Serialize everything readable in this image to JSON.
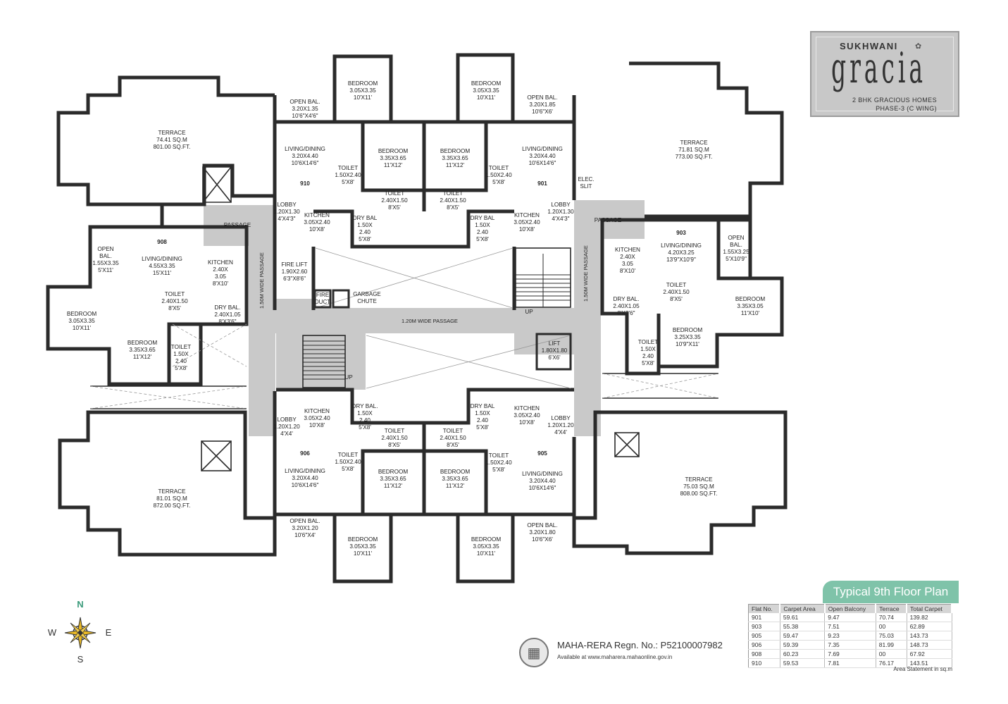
{
  "logo": {
    "brand": "SUKHWANI",
    "name": "gracia",
    "tagline": "2 BHK GRACIOUS HOMES",
    "phase": "PHASE-3 (C WING)"
  },
  "plan": {
    "title": "Typical 9th Floor Plan",
    "terraces": {
      "tl": {
        "label": "TERRACE",
        "sqm": "74.41 SQ.M",
        "sqft": "801.00 SQ.FT."
      },
      "tr": {
        "label": "TERRACE",
        "sqm": "71.81 SQ.M",
        "sqft": "773.00 SQ.FT."
      },
      "bl": {
        "label": "TERRACE",
        "sqm": "81.01 SQ.M",
        "sqft": "872.00 SQ.FT."
      },
      "br": {
        "label": "TERRACE",
        "sqm": "75.03 SQ.M",
        "sqft": "808.00 SQ.FT."
      }
    },
    "flats": {
      "f901": "901",
      "f903": "903",
      "f905": "905",
      "f906": "906",
      "f908": "908",
      "f910": "910"
    },
    "rooms": {
      "bed_top_l": [
        "BEDROOM",
        "3.05X3.35",
        "10'X11'"
      ],
      "bed_top_r": [
        "BEDROOM",
        "3.05X3.35",
        "10'X11'"
      ],
      "bed_bot_l": [
        "BEDROOM",
        "3.05X3.35",
        "10'X11'"
      ],
      "bed_bot_r": [
        "BEDROOM",
        "3.05X3.35",
        "10'X11'"
      ],
      "bal_910": [
        "OPEN BAL.",
        "3.20X1.35",
        "10'6\"X4'6\""
      ],
      "bal_901": [
        "OPEN BAL.",
        "3.20X1.85",
        "10'6\"X6'"
      ],
      "bal_906": [
        "OPEN BAL.",
        "3.20X1.20",
        "10'6\"X4'"
      ],
      "bal_905": [
        "OPEN BAL.",
        "3.20X1.80",
        "10'6\"X6'"
      ],
      "liv_910": [
        "LIVING/DINING",
        "3.20X4.40",
        "10'6X14'6\""
      ],
      "liv_901": [
        "LIVING/DINING",
        "3.20X4.40",
        "10'6X14'6\""
      ],
      "liv_906": [
        "LIVING/DINING",
        "3.20X4.40",
        "10'6X14'6\""
      ],
      "liv_905": [
        "LIVING/DINING",
        "3.20X4.40",
        "10'6X14'6\""
      ],
      "bed_910": [
        "BEDROOM",
        "3.35X3.65",
        "11'X12'"
      ],
      "bed_901": [
        "BEDROOM",
        "3.35X3.65",
        "11'X12'"
      ],
      "bed_906": [
        "BEDROOM",
        "3.35X3.65",
        "11'X12'"
      ],
      "bed_905": [
        "BEDROOM",
        "3.35X3.65",
        "11'X12'"
      ],
      "toi_910a": [
        "TOILET",
        "1.50X2.40",
        "5'X8'"
      ],
      "toi_901a": [
        "TOILET",
        "1.50X2.40",
        "5'X8'"
      ],
      "toi_906a": [
        "TOILET",
        "1.50X2.40",
        "5'X8'"
      ],
      "toi_905a": [
        "TOILET",
        "1.50X2.40",
        "5'X8'"
      ],
      "toi_910b": [
        "TOILET",
        "2.40X1.50",
        "8'X5'"
      ],
      "toi_901b": [
        "TOILET",
        "2.40X1.50",
        "8'X5'"
      ],
      "toi_906b": [
        "TOILET",
        "2.40X1.50",
        "8'X5'"
      ],
      "toi_905b": [
        "TOILET",
        "2.40X1.50",
        "8'X5'"
      ],
      "kit_910": [
        "KITCHEN",
        "3.05X2.40",
        "10'X8'"
      ],
      "kit_901": [
        "KITCHEN",
        "3.05X2.40",
        "10'X8'"
      ],
      "kit_906": [
        "KITCHEN",
        "3.05X2.40",
        "10'X8'"
      ],
      "kit_905": [
        "KITCHEN",
        "3.05X2.40",
        "10'X8'"
      ],
      "dry_910": [
        "DRY BAL",
        "1.50X",
        "2.40",
        "5'X8'"
      ],
      "dry_901": [
        "DRY BAL",
        "1.50X",
        "2.40",
        "5'X8'"
      ],
      "dry_906": [
        "DRY BAL.",
        "1.50X",
        "2.40",
        "5'X8'"
      ],
      "dry_905": [
        "DRY BAL",
        "1.50X",
        "2.40",
        "5'X8'"
      ],
      "lob_910": [
        "LOBBY",
        "1.20X1.30",
        "4'X4'3\""
      ],
      "lob_901": [
        "LOBBY",
        "1.20X1.30",
        "4'X4'3\""
      ],
      "lob_906": [
        "LOBBY",
        "1.20X1.20",
        "4'X4'"
      ],
      "lob_905": [
        "LOBBY",
        "1.20X1.20",
        "4'X4'"
      ],
      "bal_908": [
        "OPEN",
        "BAL.",
        "1.55X3.35",
        "5'X11'"
      ],
      "liv_908": [
        "LIVING/DINING",
        "4.55X3.35",
        "15'X11'"
      ],
      "kit_908": [
        "KITCHEN",
        "2.40X",
        "3.05",
        "8'X10'"
      ],
      "toi_908a": [
        "TOILET",
        "2.40X1.50",
        "8'X5'"
      ],
      "dry_908": [
        "DRY BAL.",
        "2.40X1.05",
        "8'X3'6\""
      ],
      "bedw_908": [
        "BEDROOM",
        "3.05X3.35",
        "10'X11'"
      ],
      "bed_908": [
        "BEDROOM",
        "3.35X3.65",
        "11'X12'"
      ],
      "toi_908b": [
        "TOILET",
        "1.50X",
        "2.40",
        "5'X8'"
      ],
      "kit_903": [
        "KITCHEN",
        "2.40X",
        "3.05",
        "8'X10'"
      ],
      "liv_903": [
        "LIVING/DINING",
        "4.20X3.25",
        "13'9\"X10'9\""
      ],
      "bal_903": [
        "OPEN",
        "BAL.",
        "1.55X3.25",
        "5'X10'9\""
      ],
      "toi_903a": [
        "TOILET",
        "2.40X1.50",
        "8'X5'"
      ],
      "dry_903": [
        "DRY BAL.",
        "2.40X1.05",
        "8'X3'6\""
      ],
      "bede_903": [
        "BEDROOM",
        "3.35X3.05",
        "11'X10'"
      ],
      "bed_903": [
        "BEDROOM",
        "3.25X3.35",
        "10'9\"X11'"
      ],
      "toi_903b": [
        "TOILET",
        "1.50X",
        "2.40",
        "5'X8'"
      ]
    },
    "core": {
      "passage_l": "PASSAGE",
      "passage_r": "PASSAGE",
      "vert_l": "1.50M WIDE PASSAGE",
      "vert_r": "1.50M WIDE PASSAGE",
      "horiz": "1.20M WIDE PASSAGE",
      "fire_lift": [
        "FIRE LIFT",
        "1.90X2.60",
        "6'3\"X8'6\""
      ],
      "fire_duct": [
        "FIRE",
        "DUCT"
      ],
      "garbage": [
        "GARBAGE",
        "CHUTE"
      ],
      "lift": [
        "LIFT",
        "1.80X1.80",
        "6'X6'"
      ],
      "elec": [
        "ELEC.",
        "SLIT"
      ],
      "up_top": "UP",
      "up_bottom": "UP"
    }
  },
  "compass": {
    "n": "N",
    "s": "S",
    "e": "E",
    "w": "W"
  },
  "area_table": {
    "headers": [
      "Flat No.",
      "Carpet Area",
      "Open Balcony",
      "Terrace",
      "Total Carpet"
    ],
    "rows": [
      [
        "901",
        "59.61",
        "9.47",
        "70.74",
        "139.82"
      ],
      [
        "903",
        "55.38",
        "7.51",
        "00",
        "62.89"
      ],
      [
        "905",
        "59.47",
        "9.23",
        "75.03",
        "143.73"
      ],
      [
        "906",
        "59.39",
        "7.35",
        "81.99",
        "148.73"
      ],
      [
        "908",
        "60.23",
        "7.69",
        "00",
        "67.92"
      ],
      [
        "910",
        "59.53",
        "7.81",
        "76.17",
        "143.51"
      ]
    ],
    "note": "Area Statement in sq.m"
  },
  "rera": {
    "regn": "MAHA-RERA Regn. No.: P52100007982",
    "site": "Available at www.maharera.mahaonline.gov.in"
  }
}
